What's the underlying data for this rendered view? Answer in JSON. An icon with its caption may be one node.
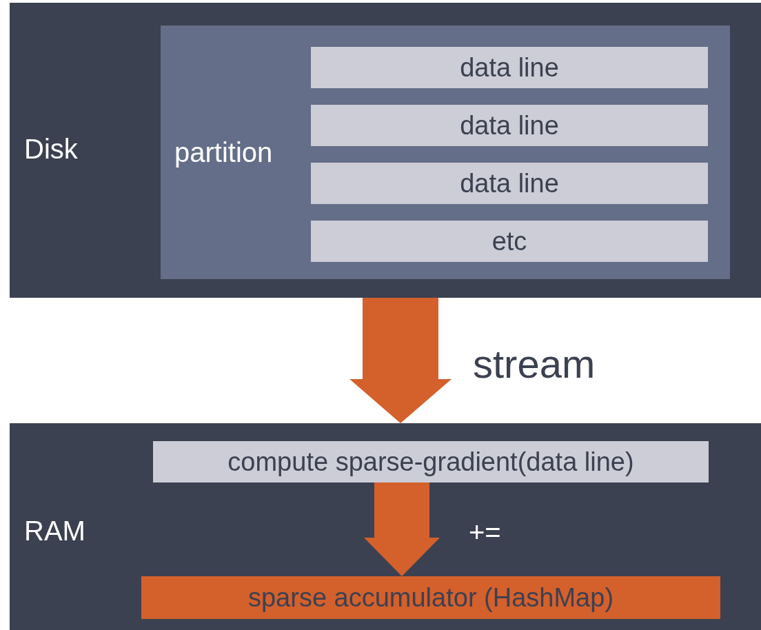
{
  "diagram": {
    "nodes": [
      {
        "text": [
          "Disk"
        ]
      },
      {
        "text": [
          "partition"
        ],
        "in": 0
      },
      {
        "text": [
          "data line"
        ],
        "in": 1
      },
      {
        "text": [
          "data line"
        ],
        "in": 1
      },
      {
        "text": [
          "data line"
        ],
        "in": 1
      },
      {
        "text": [
          "etc"
        ],
        "in": 1
      },
      {
        "text": [
          "RAM"
        ]
      },
      {
        "text": [
          "compute sparse-gradient(data line)"
        ],
        "in": 6
      },
      {
        "text": [
          "sparse accumulator (HashMap)"
        ],
        "in": 6
      }
    ],
    "edges": [
      {
        "from": 0,
        "to": 6,
        "arrow": "to",
        "label": "stream"
      },
      {
        "from": 7,
        "to": 8,
        "arrow": "to",
        "label": "+="
      }
    ]
  }
}
